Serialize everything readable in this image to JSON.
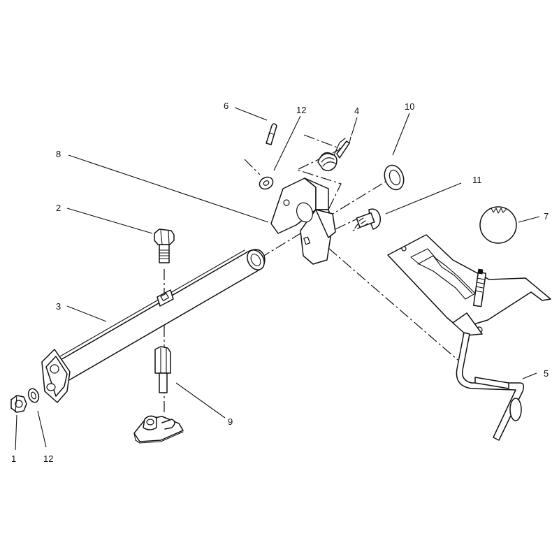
{
  "callouts": {
    "c1": "1",
    "c2": "2",
    "c3": "3",
    "c4": "4",
    "c5": "5",
    "c6": "6",
    "c7": "7",
    "c8": "8",
    "c9": "9",
    "c10": "10",
    "c11": "11",
    "c12a": "12",
    "c12b": "12"
  },
  "colors": {
    "line": "#111111",
    "background": "#ffffff"
  }
}
